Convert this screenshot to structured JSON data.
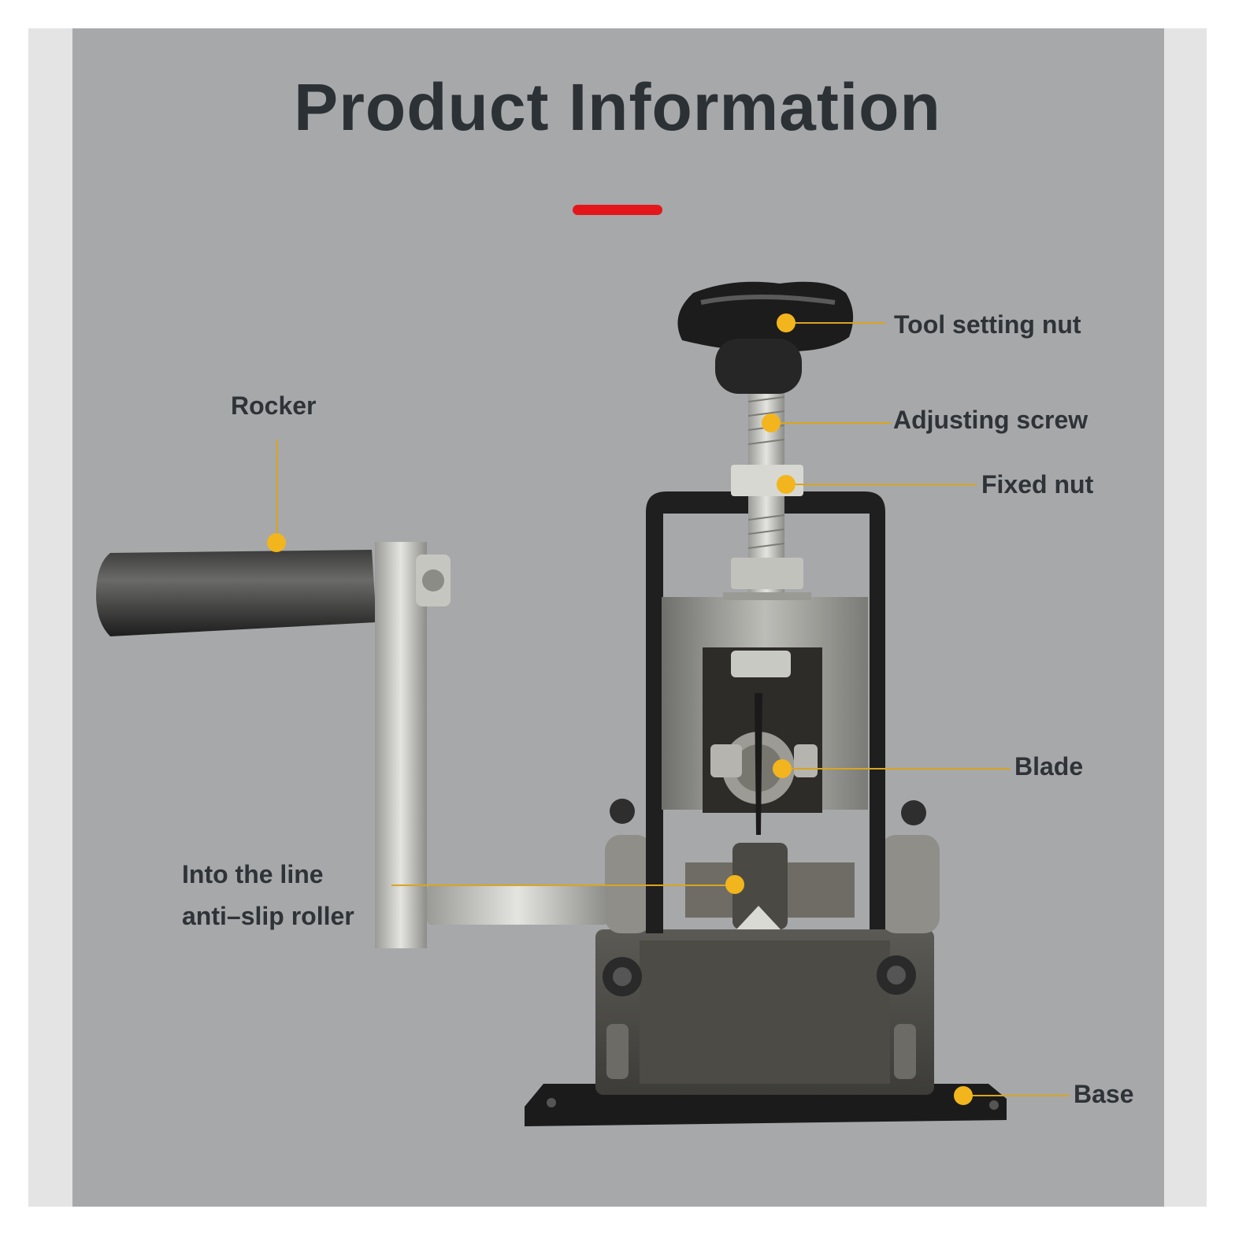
{
  "title": "Product Information",
  "colors": {
    "accent_bar": "#e3171b",
    "callout_dot": "#f2b51d",
    "callout_line": "#d9a520",
    "panel_background": "#a6a8aa",
    "text": "#2f3337"
  },
  "product_image": {
    "subject": "wire stripping machine",
    "icon": "wire-stripper-illustration"
  },
  "callouts": {
    "tool_setting_nut": "Tool setting nut",
    "adjusting_screw": "Adjusting screw",
    "fixed_nut": "Fixed nut",
    "rocker": "Rocker",
    "blade": "Blade",
    "roller_line1": "Into the line",
    "roller_line2": "anti–slip roller",
    "base": "Base"
  }
}
